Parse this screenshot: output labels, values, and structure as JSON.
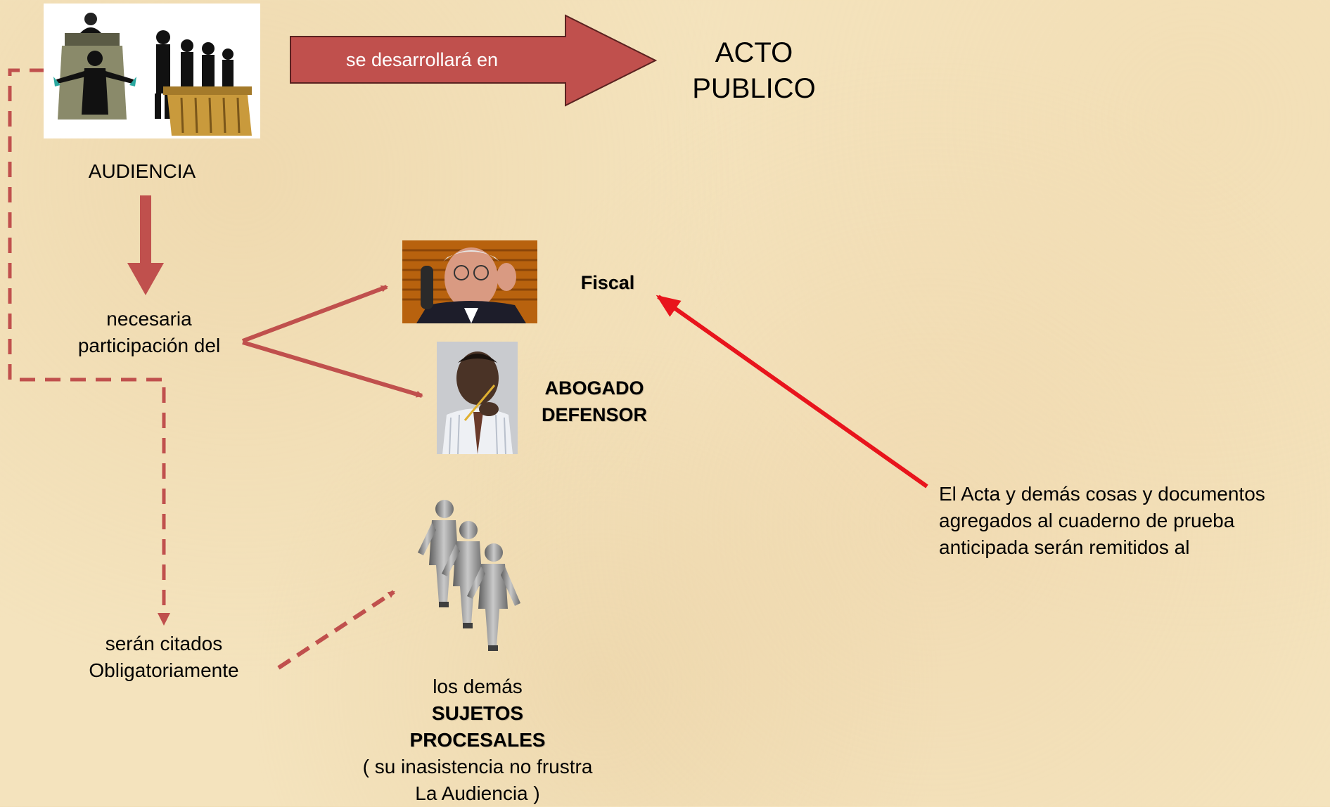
{
  "colors": {
    "background": "#f4e3bd",
    "connector": "#c0504d",
    "highlight_arrow": "#e8141c",
    "banner_fill": "#c0504d"
  },
  "banner": {
    "label": "se desarrollará en"
  },
  "acto": {
    "line1": "ACTO",
    "line2": "PUBLICO"
  },
  "audiencia": {
    "label": "AUDIENCIA",
    "icon": "courtroom-clipart"
  },
  "necesaria": {
    "line1": "necesaria",
    "line2": "participación del"
  },
  "fiscal": {
    "label": "Fiscal",
    "icon": "prosecutor-photo"
  },
  "abogado": {
    "line1": "ABOGADO",
    "line2": "DEFENSOR",
    "icon": "defense-lawyer-photo"
  },
  "citados": {
    "line1": "serán citados",
    "line2": "Obligatoriamente"
  },
  "sujetos": {
    "icon": "walking-figures",
    "line1": "los demás",
    "line2": "SUJETOS",
    "line3": "PROCESALES",
    "line4": "( su inasistencia no frustra",
    "line5": "La Audiencia )"
  },
  "acta": {
    "line1": "El Acta y demás cosas y documentos",
    "line2": "agregados al cuaderno de prueba",
    "line3": "anticipada serán remitidos al"
  }
}
